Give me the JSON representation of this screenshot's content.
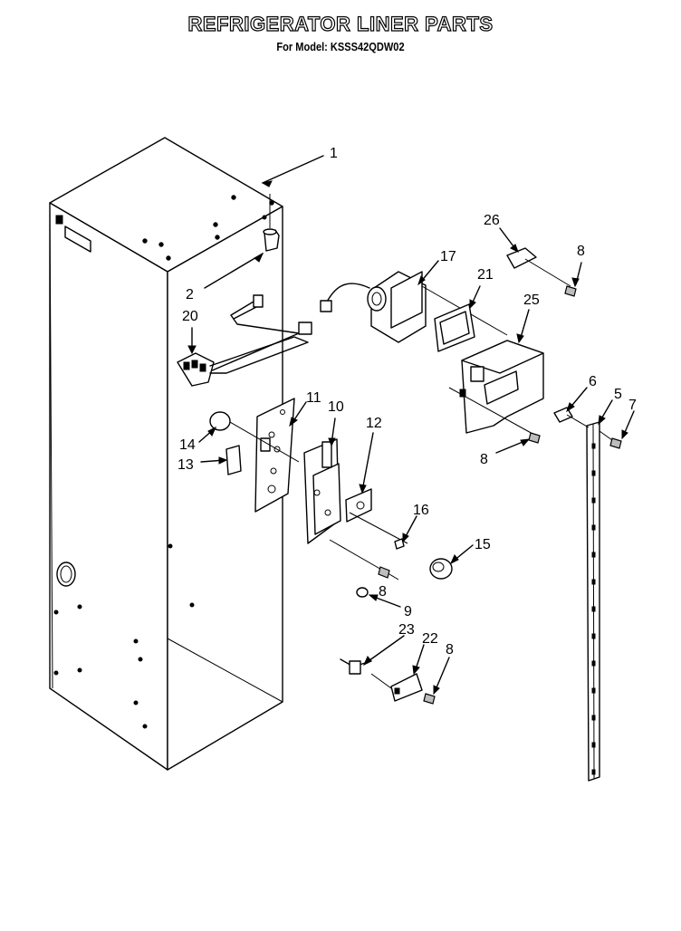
{
  "header": {
    "title": "REFRIGERATOR LINER PARTS",
    "subtitle": "For Model: KSSS42QDW02"
  },
  "callouts": {
    "c1": "1",
    "c2": "2",
    "c20": "20",
    "c17": "17",
    "c21": "21",
    "c26": "26",
    "c8a": "8",
    "c25": "25",
    "c6": "6",
    "c5": "5",
    "c7": "7",
    "c8b": "8",
    "c11": "11",
    "c10": "10",
    "c12": "12",
    "c14": "14",
    "c13": "13",
    "c16": "16",
    "c15": "15",
    "c8c": "8",
    "c9": "9",
    "c23": "23",
    "c22": "22",
    "c8d": "8"
  }
}
